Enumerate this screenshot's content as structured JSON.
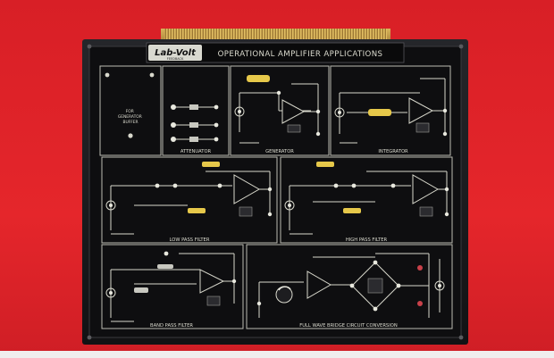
{
  "board": {
    "brand": "Lab-Volt",
    "brand_sub": "FEEDBACK",
    "title": "OPERATIONAL AMPLIFIER APPLICATIONS"
  },
  "panels": {
    "buffer": "FOR GENERATOR BUFFER",
    "buffer_line1": "FOR",
    "buffer_line2": "GENERATOR",
    "buffer_line3": "BUFFER",
    "attenuator": "ATTENUATOR",
    "generator": "GENERATOR",
    "integrator": "INTEGRATOR",
    "low_pass": "LOW PASS FILTER",
    "high_pass": "HIGH PASS FILTER",
    "band_pass": "BAND PASS FILTER",
    "rectifier": "FULL WAVE BRIDGE CIRCUIT CONVERSION"
  },
  "colors": {
    "background": "#e5262b",
    "board": "#101012",
    "frame": "#1c1c1f",
    "trace": "#d8d8cc",
    "resistor_yellow": "#e6c84a",
    "edge_connector": "#c9a24a"
  }
}
